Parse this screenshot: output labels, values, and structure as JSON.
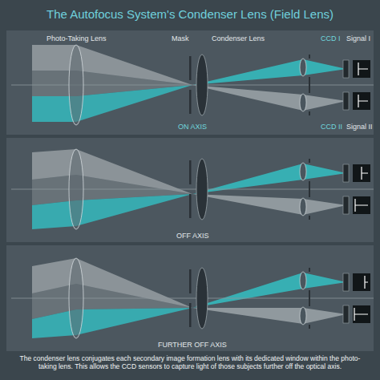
{
  "diagram": {
    "title": "The Autofocus System's Condenser Lens (Field Lens)",
    "caption": "The condenser lens conjugates each secondary image formation lens with its dedicated window within the photo-taking lens. This allows the CCD sensors to capture light of those subjects further off the optical axis.",
    "labels": [
      "Photo-Taking Lens",
      "Mask",
      "Condenser Lens",
      "CCD I",
      "Signal I",
      "ON AXIS",
      "CCD II",
      "Signal II",
      "OFF AXIS",
      "FURTHER OFF AXIS"
    ]
  }
}
